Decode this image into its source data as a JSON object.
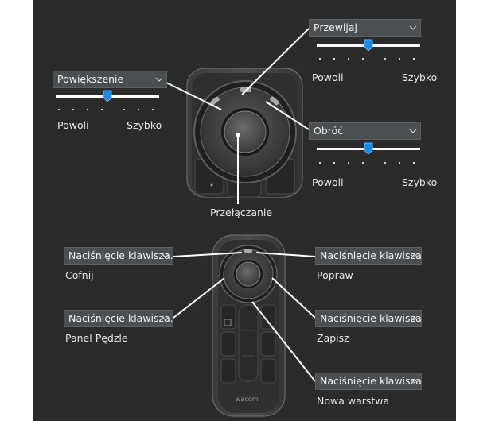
{
  "colors": {
    "panel_bg": "#2b2b2b",
    "dropdown_bg": "#4b4f51",
    "accent": "#1e88e5",
    "text": "#e6e6e6"
  },
  "top": {
    "zoom": {
      "dropdown": "Powiększenie",
      "slow": "Powoli",
      "fast": "Szybko",
      "slider_fraction": 0.5
    },
    "scroll": {
      "dropdown": "Przewijaj",
      "slow": "Powoli",
      "fast": "Szybko",
      "slider_fraction": 0.5
    },
    "rotate": {
      "dropdown": "Obróć",
      "slow": "Powoli",
      "fast": "Szybko",
      "slider_fraction": 0.5
    },
    "toggle_label": "Przełączanie"
  },
  "bottom": {
    "left_top": {
      "dropdown": "Naciśnięcie klawisza...",
      "label": "Cofnij"
    },
    "left_mid": {
      "dropdown": "Naciśnięcie klawisza...",
      "label": "Panel Pędzle"
    },
    "right_top": {
      "dropdown": "Naciśnięcie klawisza...",
      "label": "Popraw"
    },
    "right_mid": {
      "dropdown": "Naciśnięcie klawisza...",
      "label": "Zapisz"
    },
    "right_bot": {
      "dropdown": "Naciśnięcie klawisza...",
      "label": "Nowa warstwa"
    },
    "brand": "wacom"
  }
}
